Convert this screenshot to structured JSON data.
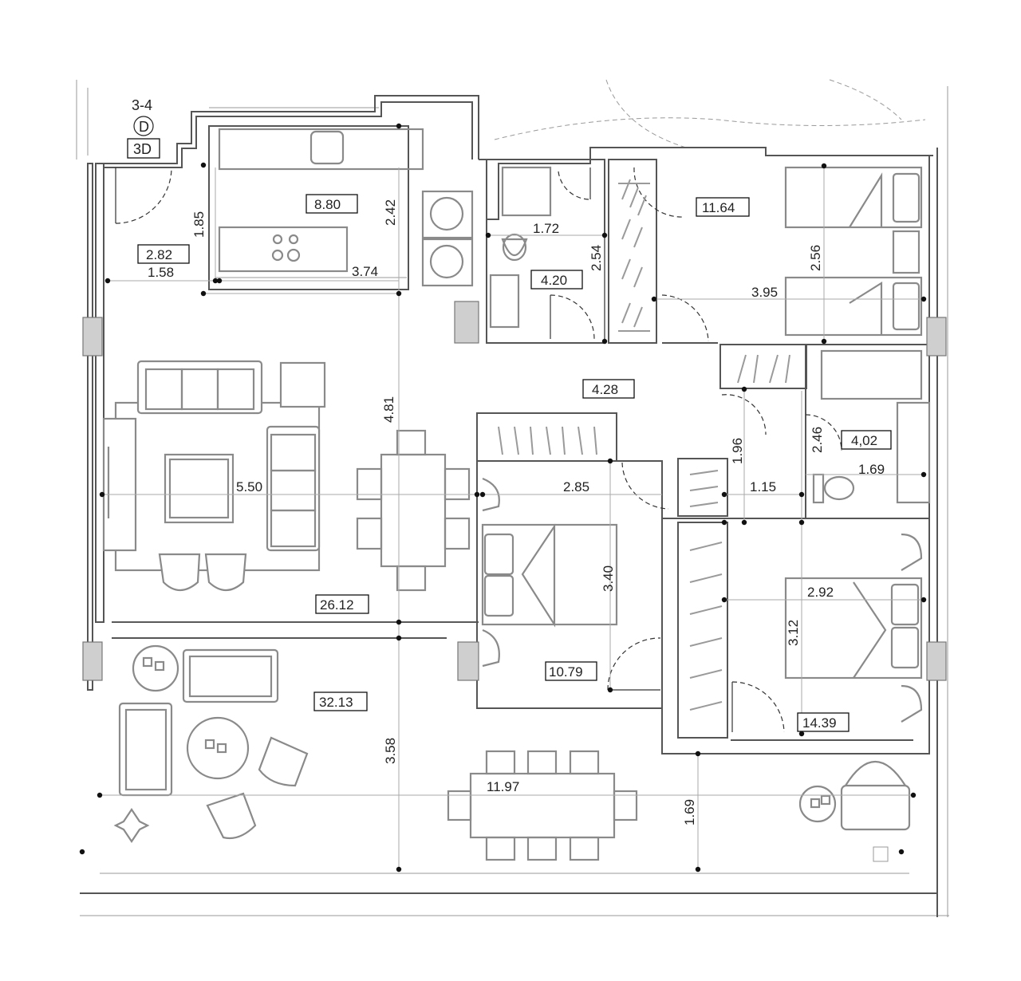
{
  "unit": {
    "code": "3-4",
    "block": "D",
    "type": "3D"
  },
  "rooms": [
    {
      "name": "entrance",
      "area": "2.82"
    },
    {
      "name": "kitchen",
      "area": "8.80"
    },
    {
      "name": "bathroom-1",
      "area": "4.20"
    },
    {
      "name": "bedroom-twin",
      "area": "11.64"
    },
    {
      "name": "hall",
      "area": "4.28"
    },
    {
      "name": "bathroom-2",
      "area": "4,02"
    },
    {
      "name": "living-dining",
      "area": "26.12"
    },
    {
      "name": "bedroom-2",
      "area": "10.79"
    },
    {
      "name": "bedroom-master",
      "area": "14.39"
    },
    {
      "name": "terrace",
      "area": "32.13"
    }
  ],
  "dimensions": [
    "1.85",
    "1.58",
    "2.42",
    "3.74",
    "1.72",
    "2.54",
    "3.95",
    "2.56",
    "4.81",
    "5.50",
    "2.85",
    "3.40",
    "1.96",
    "1.15",
    "2.46",
    "1.69",
    "2.92",
    "3.12",
    "3.58",
    "11.97",
    "1.69"
  ],
  "colors": {
    "wall": "#555555",
    "furniture": "#8a8a8a",
    "column": "#cfcfcf",
    "label_border": "#111111"
  }
}
